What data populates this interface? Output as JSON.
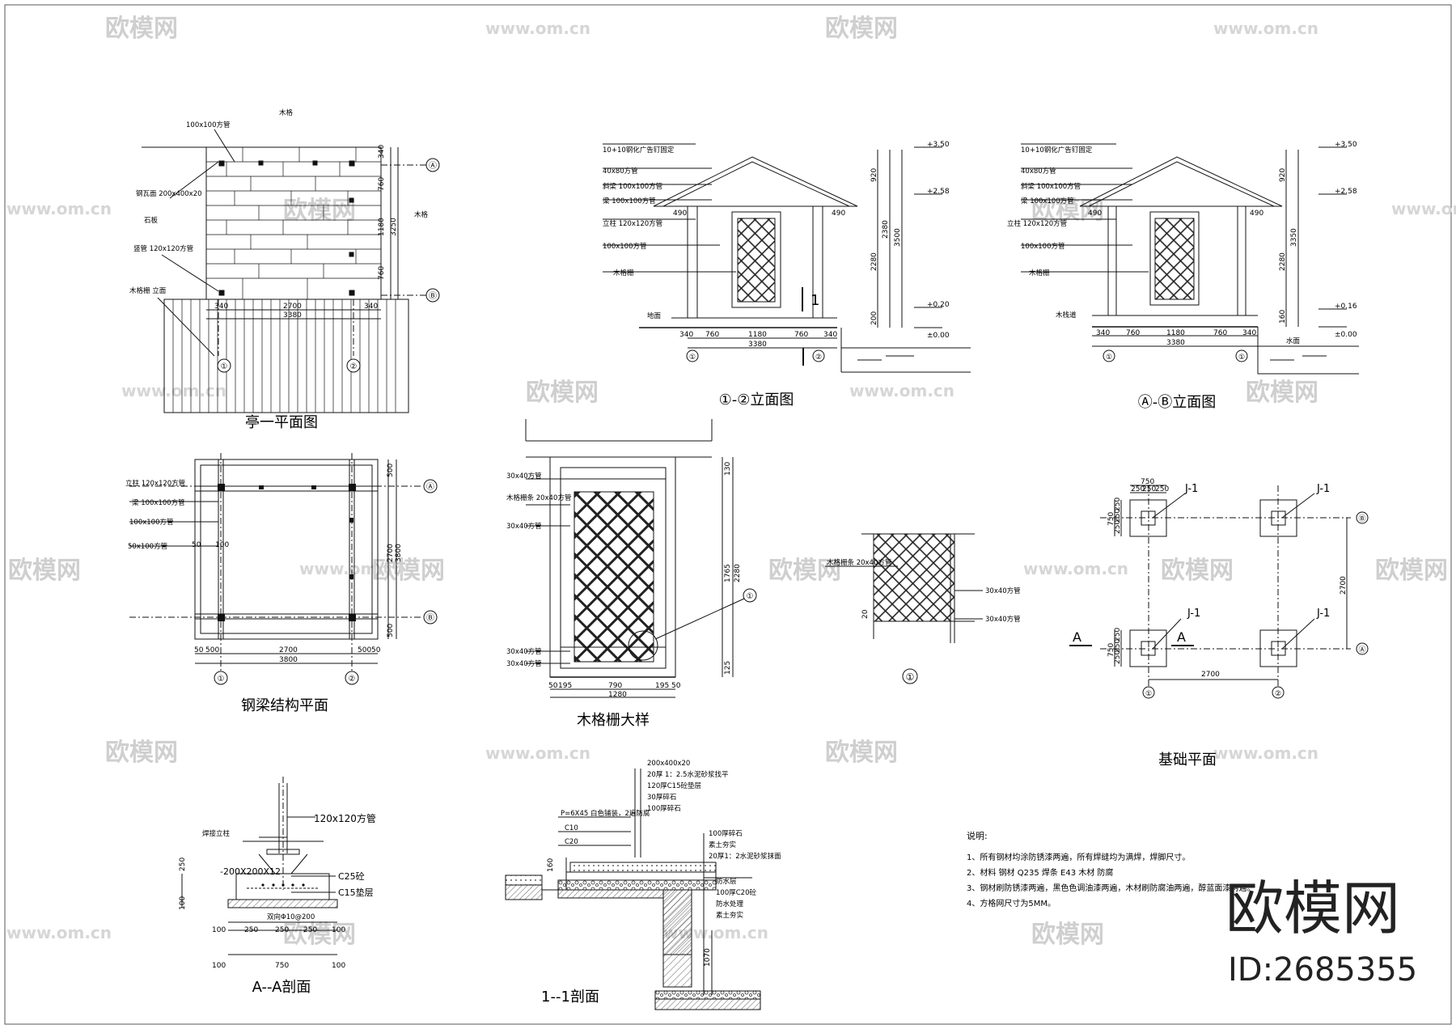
{
  "titles": {
    "plan": "亭一平面图",
    "elev12": "①-②立面图",
    "elevAB": "Ⓐ-Ⓑ立面图",
    "beam": "钢梁结构平面",
    "lattice": "木格栅大样",
    "detail1": "①",
    "foundation": "基础平面",
    "secAA": "A--A剖面",
    "sec11": "1--1剖面"
  },
  "plan": {
    "labels": [
      "木格",
      "100x100方管",
      "钢瓦面 200x400x20",
      "石板",
      "竖管 120x120方管",
      "木格栅 立面",
      "木格"
    ],
    "dims": [
      "340",
      "2700",
      "340",
      "3380",
      "340",
      "760",
      "1180",
      "760",
      "3250"
    ],
    "axes": [
      "Ⓐ",
      "Ⓑ",
      "①",
      "②"
    ]
  },
  "elev12": {
    "labels": [
      "10+10钢化广告钉固定",
      "40x80方管",
      "斜梁 100x100方管",
      "梁 100x100方管",
      "立柱 120x120方管",
      "100x100方管",
      "木格栅",
      "地面"
    ],
    "levels": [
      "+3.50",
      "+2.58",
      "+0.20",
      "±0.00"
    ],
    "dims": [
      "490",
      "490",
      "340",
      "760",
      "1180",
      "760",
      "340",
      "3380",
      "920",
      "2380",
      "2280",
      "3500",
      "200"
    ],
    "axes": [
      "①",
      "②"
    ],
    "section_mark": "1"
  },
  "elevAB": {
    "labels": [
      "10+10钢化广告钉固定",
      "40x80方管",
      "斜梁 100x100方管",
      "梁 100x100方管",
      "立柱 120x120方管",
      "100x100方管",
      "木格栅",
      "木栈道",
      "水面"
    ],
    "levels": [
      "+3.50",
      "+2.58",
      "+0.16",
      "±0.00"
    ],
    "dims": [
      "490",
      "490",
      "340",
      "760",
      "1180",
      "760",
      "340",
      "3380",
      "920",
      "3350",
      "2280",
      "160"
    ],
    "axes": [
      "①",
      "①"
    ]
  },
  "beam": {
    "labels": [
      "立柱 120x120方管",
      "梁 100x100方管",
      "100x100方管",
      "50x100方管",
      "50",
      "100"
    ],
    "dims": [
      "50",
      "500",
      "2700",
      "500",
      "50",
      "3800",
      "500",
      "2700",
      "3800",
      "500"
    ],
    "axes": [
      "Ⓐ",
      "Ⓑ",
      "①",
      "②"
    ]
  },
  "lattice": {
    "labels": [
      "30x40方管",
      "木格栅条 20x40方管",
      "30x40方管",
      "30x40方管",
      "30x40方管"
    ],
    "dims": [
      "50",
      "195",
      "790",
      "195",
      "50",
      "1280",
      "1765",
      "2280",
      "125",
      "130"
    ],
    "callout": "①"
  },
  "detail1": {
    "labels": [
      "木格栅条 20x40方管",
      "30x40方管",
      "30x40方管",
      "20"
    ]
  },
  "foundation": {
    "labels": [
      "J-1",
      "J-1",
      "J-1",
      "J-1",
      "A",
      "A"
    ],
    "dims": [
      "750",
      "250",
      "250",
      "250",
      "750",
      "250",
      "250",
      "250",
      "2700",
      "2700",
      "750",
      "250",
      "250",
      "250"
    ],
    "axes": [
      "Ⓑ",
      "Ⓐ",
      "①",
      "②"
    ]
  },
  "secAA": {
    "labels": [
      "120x120方管",
      "焊接立柱",
      "-200X200X12",
      "C25砼",
      "C15垫层",
      "双向Φ10@200"
    ],
    "dims": [
      "100",
      "250",
      "250",
      "100",
      "250",
      "250",
      "100",
      "100",
      "750",
      "100"
    ]
  },
  "sec11": {
    "labels": [
      "200x400x20",
      "20厚 1：2.5水泥砂浆找平",
      "120厚C15砼垫层",
      "30厚碎石",
      "100厚碎石",
      "P=6X45 白色铺装，2遍防腐",
      "C10",
      "C20",
      "100厚碎石",
      "素土夯实",
      "20厚1：2水泥砂浆抹面",
      "防水层",
      "100厚C20砼",
      "防水处理",
      "素土夯实"
    ],
    "dims": [
      "160",
      "1070"
    ]
  },
  "notes": {
    "heading": "说明:",
    "lines": [
      "1、所有钢材均涂防锈漆两遍，所有焊缝均为满焊，焊脚尺寸。",
      "2、材料  钢材    Q235    焊条     E43    木材      防腐",
      "3、钢材刷防锈漆两遍，黑色色调油漆两遍，木材刷防腐油两遍，醇蓝面漆两遍。",
      "4、方格网尺寸为5MM。"
    ]
  },
  "watermark": {
    "brand": "欧模网",
    "url": "www.om.cn",
    "big": "欧模网",
    "id": "ID:2685355"
  }
}
